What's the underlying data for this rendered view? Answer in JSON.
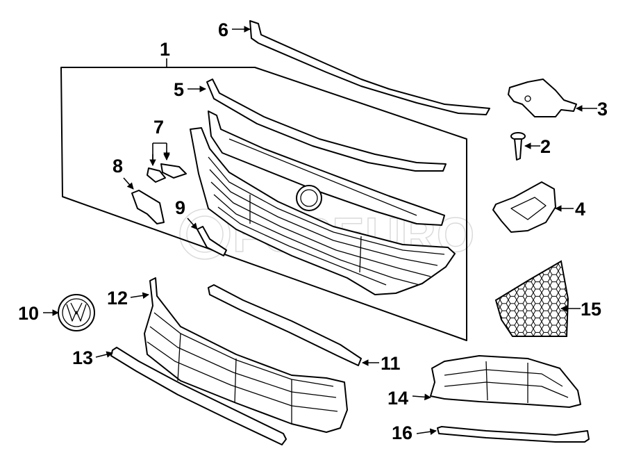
{
  "callouts": [
    {
      "id": "1",
      "label": "1"
    },
    {
      "id": "2",
      "label": "2"
    },
    {
      "id": "3",
      "label": "3"
    },
    {
      "id": "4",
      "label": "4"
    },
    {
      "id": "5",
      "label": "5"
    },
    {
      "id": "6",
      "label": "6"
    },
    {
      "id": "7",
      "label": "7"
    },
    {
      "id": "8",
      "label": "8"
    },
    {
      "id": "9",
      "label": "9"
    },
    {
      "id": "10",
      "label": "10"
    },
    {
      "id": "11",
      "label": "11"
    },
    {
      "id": "12",
      "label": "12"
    },
    {
      "id": "13",
      "label": "13"
    },
    {
      "id": "14",
      "label": "14"
    },
    {
      "id": "15",
      "label": "15"
    },
    {
      "id": "16",
      "label": "16"
    }
  ],
  "watermark": {
    "text": "FCPEURO"
  },
  "colors": {
    "line": "#000000",
    "background": "#ffffff",
    "watermark": "#bdbdbd"
  }
}
